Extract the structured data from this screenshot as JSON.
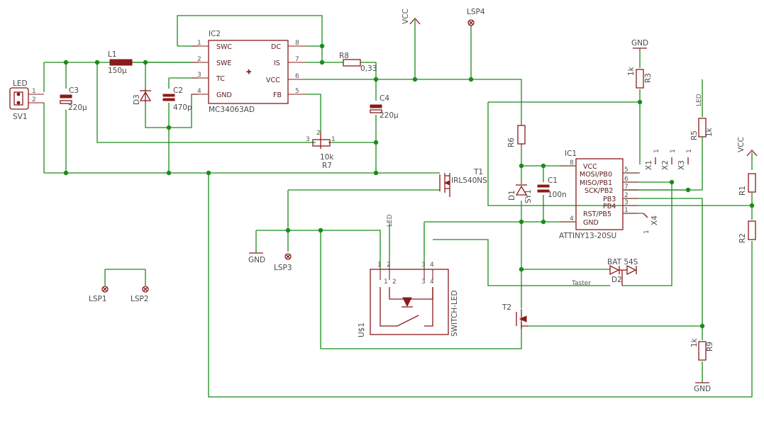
{
  "labels": {
    "led": "LED",
    "sv1": "SV1",
    "sv1_p1": "1",
    "sv1_p2": "2",
    "c3": "C3",
    "c3v": "220µ",
    "l1": "L1",
    "l1v": "150µ",
    "d3": "D3",
    "c2": "C2",
    "c2v": "470p",
    "ic2": "IC2",
    "ic2_name": "MC34063AD",
    "ic2_swc": "SWC",
    "ic2_swe": "SWE",
    "ic2_tc": "TC",
    "ic2_gnd": "GND",
    "ic2_dc": "DC",
    "ic2_is": "IS",
    "ic2_vcc": "VCC",
    "ic2_fb": "FB",
    "n1": "1",
    "n2": "2",
    "n3": "3",
    "n4": "4",
    "n5": "5",
    "n6": "6",
    "n7": "7",
    "n8": "8",
    "r8": "R8",
    "r8v": "0,33",
    "c4": "C4",
    "c4v": "220µ",
    "r7": "R7",
    "r7v": "10k",
    "vcc1": "VCC",
    "lsp4": "LSP4",
    "gnd1": "GND",
    "r3": "R3",
    "r3v": "1k",
    "r5": "R5",
    "r5v": "1k",
    "led_net": "LED",
    "vcc2": "VCC",
    "r6": "R6",
    "ic1": "IC1",
    "ic1_vcc": "VCC",
    "ic1_pb0": "MOSI/PB0",
    "ic1_pb1": "MISO/PB1",
    "ic1_pb2": "SCK/PB2",
    "ic1_pb3": "PB3",
    "ic1_pb4": "PB4",
    "ic1_pb5": "RST/PB5",
    "ic1_gnd": "GND",
    "ic1_name": "ATTINY13-20SU",
    "x1": "X1",
    "x2": "X2",
    "x3": "X3",
    "x4": "X4",
    "t1": "T1",
    "t1v": "IRL540NS",
    "d1": "D1",
    "sy1": "SY1",
    "c1": "C1",
    "c1v": "100n",
    "r1": "R1",
    "r2": "R2",
    "gnd2": "GND",
    "lsp3": "LSP3",
    "led_net2": "LED",
    "u1": "U$1",
    "switch_led": "SWITCH-LED",
    "bat54s": "BAT 54S",
    "d2": "D2",
    "taster": "Taster",
    "t2": "T2",
    "r9": "R9",
    "r9v": "1k",
    "gnd3": "GND",
    "lsp1": "LSP1",
    "lsp2": "LSP2"
  }
}
